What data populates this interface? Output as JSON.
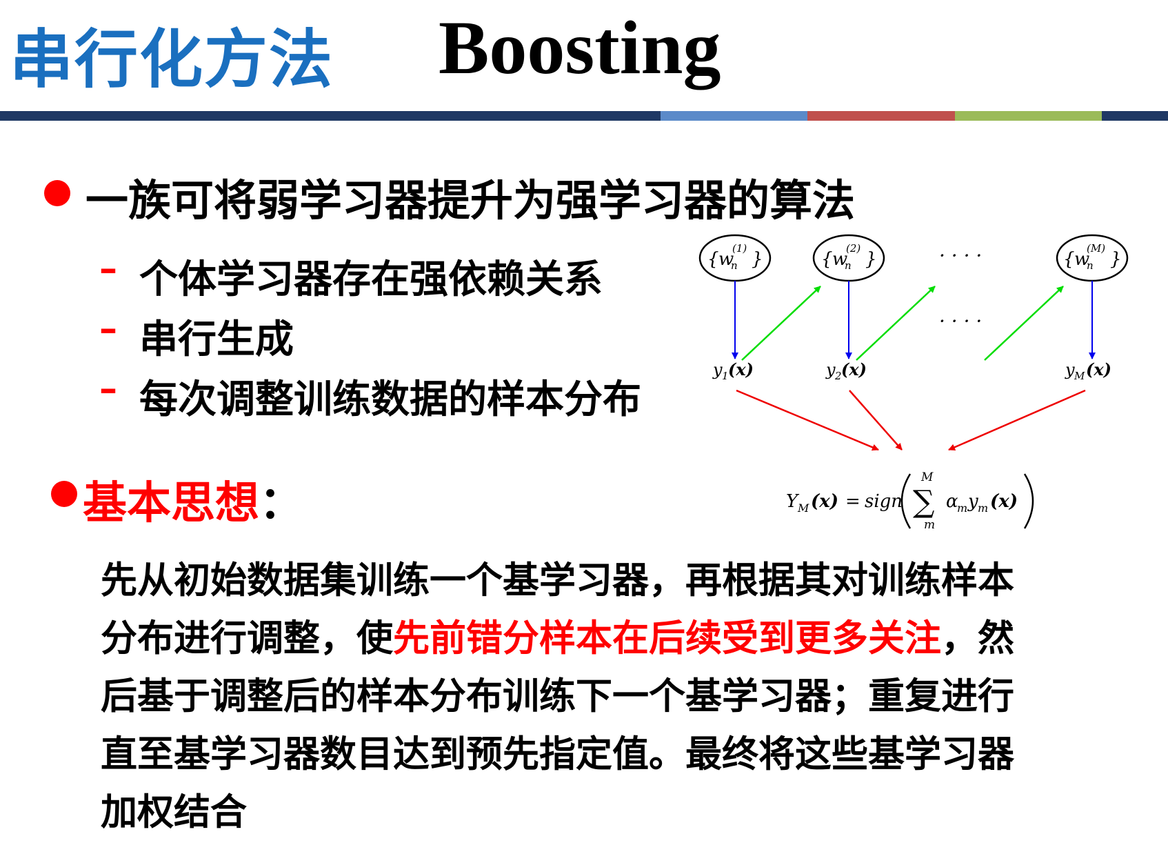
{
  "title": {
    "chinese": "串行化方法",
    "english": "Boosting"
  },
  "divider_colors": [
    "#1f3864",
    "#5b8ac9",
    "#c0504d",
    "#9bbb59",
    "#1f3864"
  ],
  "bullet1": {
    "text": "一族可将弱学习器提升为强学习器的算法",
    "subitems": [
      {
        "dash": "–",
        "text": "个体学习器存在强依赖关系"
      },
      {
        "dash": "–",
        "text": "串行生成"
      },
      {
        "dash": "–",
        "text": "每次调整训练数据的样本分布"
      }
    ]
  },
  "bullet2": {
    "label": "基本思想",
    "colon": "："
  },
  "paragraph": {
    "line1": "先从初始数据集训练一个基学习器，再根据其对训练样本",
    "line2_before": "分布进行调整，使",
    "line2_highlight": "先前错分样本在后续受到更多关注",
    "line2_after": "，然",
    "line3": "后基于调整后的样本分布训练下一个基学习器；重复进行",
    "line4": "直至基学习器数目达到预先指定值。最终将这些基学习器",
    "line5": "加权结合"
  },
  "diagram": {
    "node1": {
      "open": "{",
      "w": "w",
      "sub": "n",
      "sup": "(1)",
      "close": "}"
    },
    "node2": {
      "open": "{",
      "w": "w",
      "sub": "n",
      "sup": "(2)",
      "close": "}"
    },
    "nodeM": {
      "open": "{",
      "w": "w",
      "sub": "n",
      "sup": "(M)",
      "close": "}"
    },
    "dots_top": "· · · ·",
    "dots_mid": "· · · ·",
    "y1": {
      "y": "y",
      "sub": "1",
      "arg": "(x)"
    },
    "y2": {
      "y": "y",
      "sub": "2",
      "arg": "(x)"
    },
    "yM": {
      "y": "y",
      "sub": "M",
      "arg": "(x)"
    },
    "formula": {
      "lhs": "Y",
      "lhs_sub": "M",
      "lhs_arg": "(x)",
      "equals": "=",
      "sign": "sign",
      "sum_top": "M",
      "sum_bottom": "m",
      "sigma": "∑",
      "alpha": "α",
      "alpha_sub": "m",
      "y": "y",
      "y_sub": "m",
      "arg": "(x)"
    },
    "colors": {
      "blue": "#0000ee",
      "green": "#00dd00",
      "red": "#ee0000"
    }
  }
}
